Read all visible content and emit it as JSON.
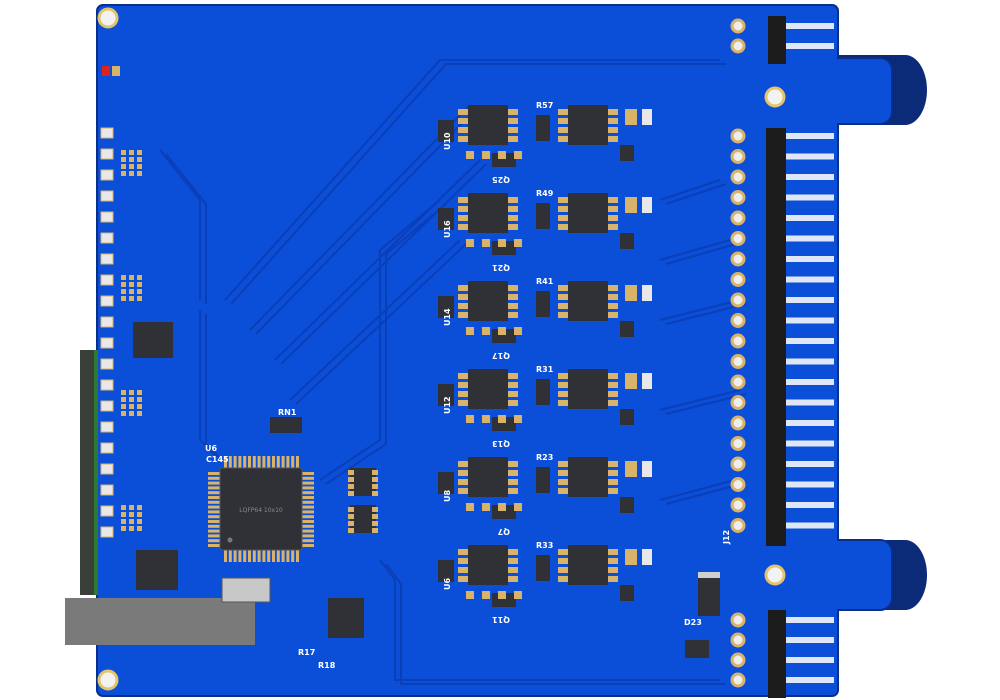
{
  "board": {
    "colors": {
      "board": "#0b4fd8",
      "copper_trace": "#0a3fb8",
      "edge": "#0a2f8a",
      "pad": "#d9b36a",
      "ic_body": "#2f3136",
      "tab": "#0b2a78"
    },
    "mcu": {
      "ref": "U6",
      "package_text": "LQFP64 10x10",
      "cap_ref": "C145"
    },
    "resistor_network": {
      "ref": "RN1"
    },
    "channels": [
      {
        "r_ref": "R57",
        "q_ref": "Q25",
        "u_ref": "U10"
      },
      {
        "r_ref": "R49",
        "q_ref": "Q21",
        "u_ref": "U16"
      },
      {
        "r_ref": "R41",
        "q_ref": "Q17",
        "u_ref": "U14"
      },
      {
        "r_ref": "R31",
        "q_ref": "Q13",
        "u_ref": "U12"
      },
      {
        "r_ref": "R23",
        "q_ref": "Q7",
        "u_ref": "U8"
      },
      {
        "r_ref": "R33",
        "q_ref": "Q11",
        "u_ref": "U6"
      }
    ],
    "connector": {
      "ref": "J12"
    },
    "diode": {
      "ref": "D23"
    },
    "bottom_refs": [
      "R17",
      "R18"
    ]
  }
}
